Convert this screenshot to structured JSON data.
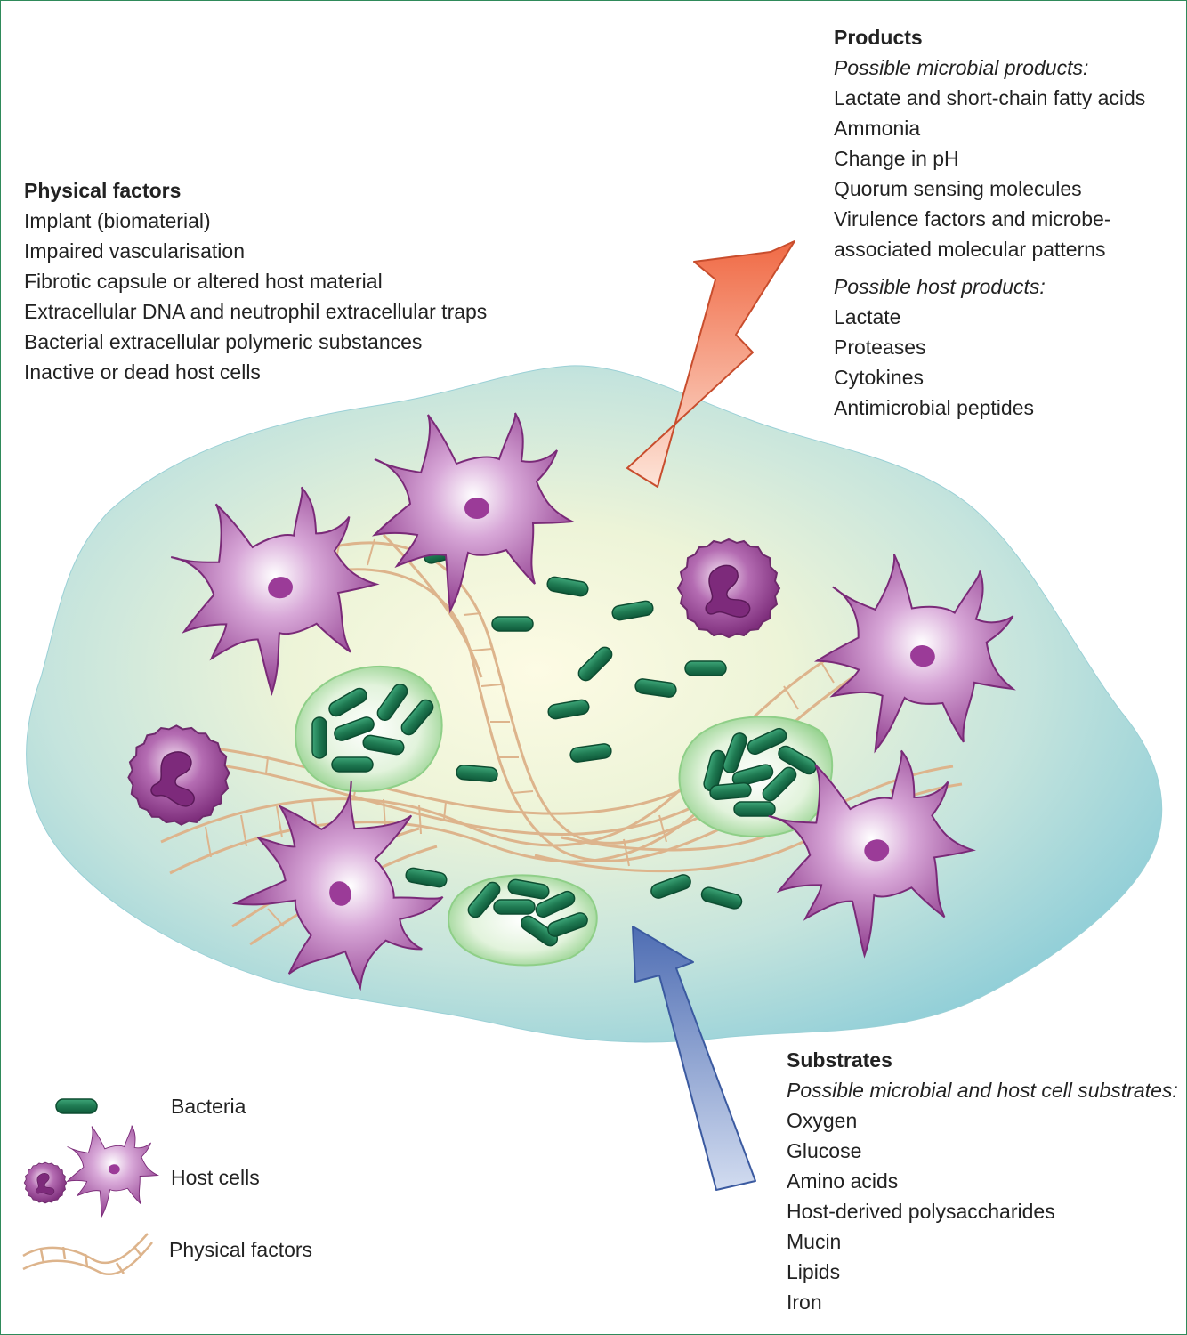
{
  "products": {
    "heading": "Products",
    "microbial_label": "Possible microbial products:",
    "microbial_items": [
      "Lactate and short-chain fatty acids",
      "Ammonia",
      "Change in pH",
      "Quorum sensing molecules",
      "Virulence factors and microbe-",
      "associated molecular patterns"
    ],
    "host_label": "Possible host products:",
    "host_items": [
      "Lactate",
      "Proteases",
      "Cytokines",
      "Antimicrobial peptides"
    ]
  },
  "physical_factors": {
    "heading": "Physical factors",
    "items": [
      "Implant (biomaterial)",
      "Impaired vascularisation",
      "Fibrotic capsule or altered host material",
      "Extracellular DNA and neutrophil extracellular traps",
      "Bacterial extracellular polymeric substances",
      "Inactive or dead host cells"
    ]
  },
  "substrates": {
    "heading": "Substrates",
    "label": "Possible microbial and host cell substrates:",
    "items": [
      "Oxygen",
      "Glucose",
      "Amino acids",
      "Host-derived polysaccharides",
      "Mucin",
      "Lipids",
      "Iron"
    ]
  },
  "legend": {
    "bacteria": "Bacteria",
    "host_cells": "Host cells",
    "physical_factors": "Physical factors"
  },
  "colors": {
    "frame": "#2f8a5a",
    "bacteria": "#1f7a52",
    "host_cell": "#8e3a8c",
    "fibre": "#ddb48c",
    "tissue": "#9fd4d8",
    "product_arrow": "#f07a55",
    "substrate_arrow": "#5b77b7",
    "biofilm": "#8fcf88"
  }
}
